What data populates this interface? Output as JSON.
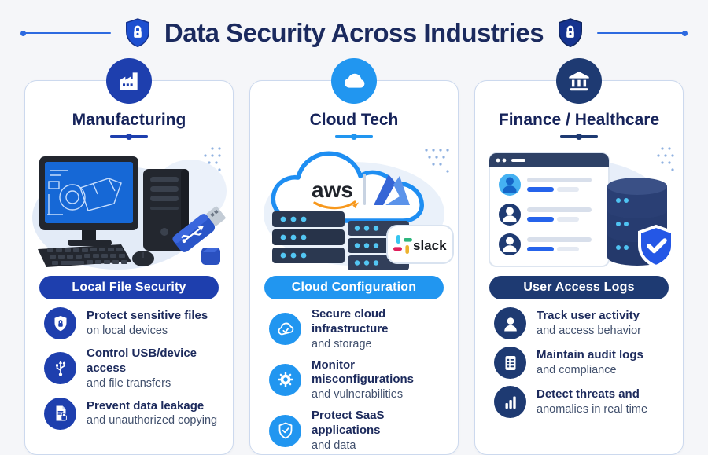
{
  "header": {
    "title": "Data Security Across Industries"
  },
  "columns": [
    {
      "id": "manufacturing",
      "title": "Manufacturing",
      "accent": "#1e3fae",
      "banner": "Local File Security",
      "bullets": [
        {
          "icon": "shield-lock-icon",
          "line1": "Protect sensitive files",
          "line2": "on local devices"
        },
        {
          "icon": "usb-icon",
          "line1": "Control USB/device access",
          "line2": "and file transfers"
        },
        {
          "icon": "document-lock-icon",
          "line1": "Prevent data leakage",
          "line2": "and unauthorized copying"
        }
      ]
    },
    {
      "id": "cloud-tech",
      "title": "Cloud Tech",
      "accent": "#2196f0",
      "banner": "Cloud Configuration",
      "illustration": {
        "aws_label": "aws",
        "slack_label": "slack"
      },
      "bullets": [
        {
          "icon": "cloud-check-icon",
          "line1": "Secure cloud infrastructure",
          "line2": "and storage"
        },
        {
          "icon": "gear-icon",
          "line1": "Monitor misconfigurations",
          "line2": "and vulnerabilities"
        },
        {
          "icon": "shield-check-icon",
          "line1": "Protect SaaS applications",
          "line2": "and data"
        }
      ]
    },
    {
      "id": "finance-healthcare",
      "title": "Finance / Healthcare",
      "accent": "#1e3a72",
      "banner": "User Access Logs",
      "bullets": [
        {
          "icon": "user-icon",
          "line1": "Track user activity",
          "line2": "and access behavior"
        },
        {
          "icon": "audit-log-icon",
          "line1": "Maintain audit logs",
          "line2": "and compliance"
        },
        {
          "icon": "bar-chart-icon",
          "line1": "Detect threats and",
          "line2": "anomalies in real time"
        }
      ]
    }
  ],
  "colors": {
    "title_navy": "#1b2a5e",
    "header_line": "#2d6ae0",
    "header_shield_left": "#1d4fd0",
    "header_shield_right": "#16338f",
    "cloud_outline": "#1e8ef2",
    "aws_orange": "#f7981d",
    "azure_blue_dark": "#3565d6",
    "azure_blue_light": "#5b93ea",
    "slack_blue": "#36C5F0",
    "slack_green": "#2EB67D",
    "slack_red": "#E01E5A",
    "slack_yellow": "#ECB22E",
    "screen_blue": "#1668d6",
    "server_dark": "#2b3850",
    "server_dot_cyan": "#53c6f3",
    "shield_check_blue": "#2457e6"
  }
}
